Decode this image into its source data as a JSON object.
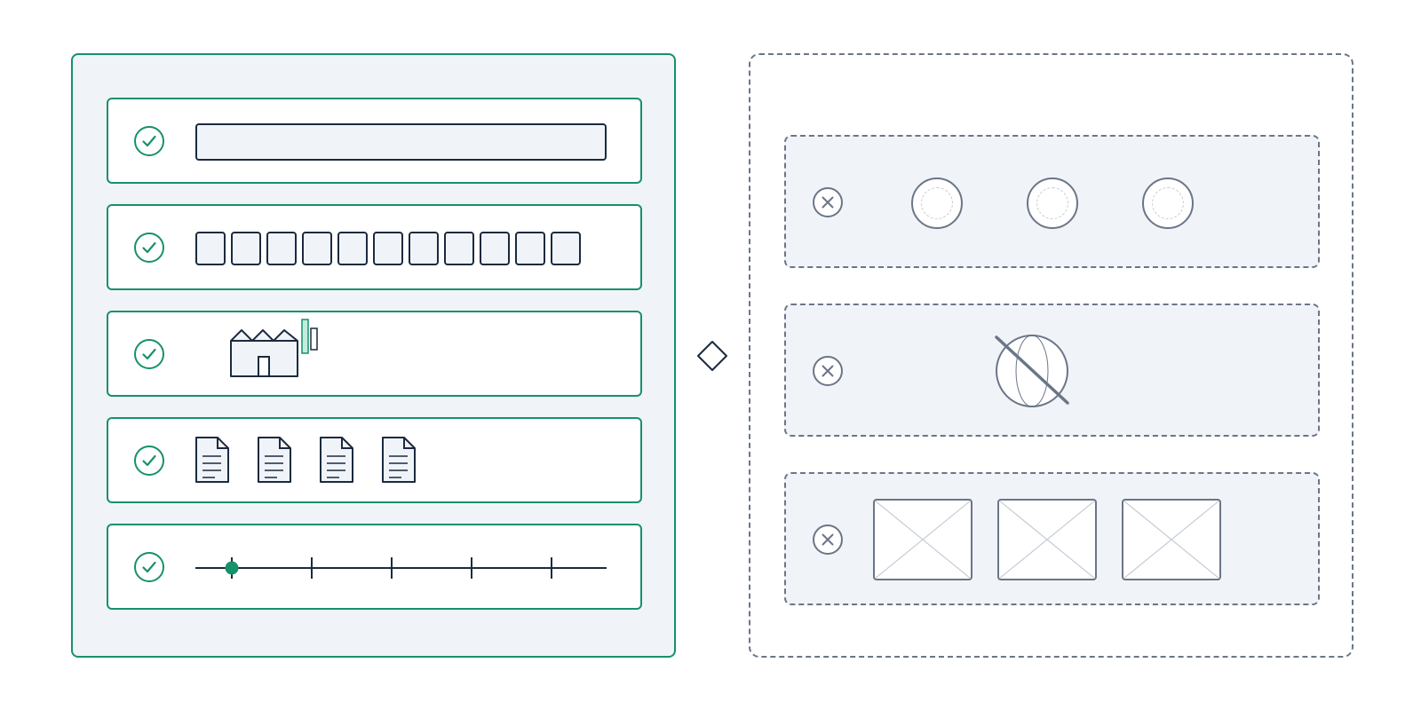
{
  "diagram": {
    "included": {
      "rows": [
        {
          "status_icon": "check-circle-icon",
          "content": "text-input-field"
        },
        {
          "status_icon": "check-circle-icon",
          "content": "character-boxes",
          "box_count": 11
        },
        {
          "status_icon": "check-circle-icon",
          "content": "factory-icon"
        },
        {
          "status_icon": "check-circle-icon",
          "content": "document-icons",
          "doc_count": 4
        },
        {
          "status_icon": "check-circle-icon",
          "content": "timeline-slider",
          "tick_count": 5,
          "marker_position": 0
        }
      ]
    },
    "connector": {
      "icon": "diamond-icon"
    },
    "excluded": {
      "rows": [
        {
          "status_icon": "x-circle-icon",
          "content": "radio-circles",
          "circle_count": 3
        },
        {
          "status_icon": "x-circle-icon",
          "content": "no-globe-icon"
        },
        {
          "status_icon": "x-circle-icon",
          "content": "image-placeholders",
          "placeholder_count": 3
        }
      ]
    }
  },
  "colors": {
    "accent": "#16916a",
    "dark": "#1b2a3f",
    "muted": "#6b7588",
    "panel_fill": "#f0f4f8",
    "light_teal": "#c3ecdf"
  }
}
